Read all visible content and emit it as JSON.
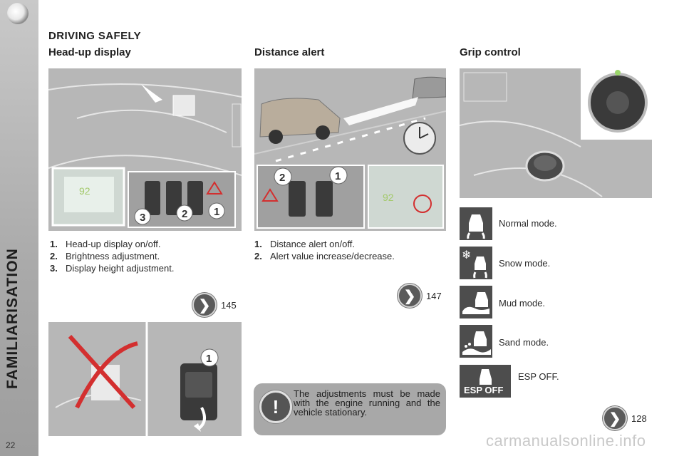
{
  "sidebar": {
    "vertical_title": "FAMILIARISATION",
    "page_number": "22"
  },
  "page": {
    "section_title": "DRIVING SAFELY"
  },
  "columns": {
    "head_up": {
      "heading": "Head-up display",
      "items": [
        {
          "num": "1.",
          "text": "Head-up display on/off."
        },
        {
          "num": "2.",
          "text": "Brightness adjustment."
        },
        {
          "num": "3.",
          "text": "Display height adjustment."
        }
      ],
      "page_ref": "145",
      "callouts": [
        "1",
        "2",
        "3"
      ],
      "display_reading": "92"
    },
    "distance": {
      "heading": "Distance alert",
      "items": [
        {
          "num": "1.",
          "text": "Distance alert on/off."
        },
        {
          "num": "2.",
          "text": "Alert value increase/decrease."
        }
      ],
      "page_ref": "147",
      "callouts": [
        "2",
        "1"
      ],
      "display_reading": "92",
      "note": "The adjustments must be made with the engine running and the vehicle stationary."
    },
    "grip": {
      "heading": "Grip control",
      "modes": [
        "Normal mode.",
        "Snow mode.",
        "Mud mode.",
        "Sand mode.",
        "ESP OFF."
      ],
      "esp_icon_label": "ESP OFF",
      "page_ref": "128"
    }
  },
  "lower_image": {
    "callout": "1"
  },
  "watermark": "carmanualsonline.info",
  "colors": {
    "sidebar": "#a9a9a9",
    "image_bg": "#b7b7b7",
    "icon_bg": "#4d4d4d",
    "note_bg": "#a8a8a8",
    "callout_red": "#d32f2f"
  }
}
